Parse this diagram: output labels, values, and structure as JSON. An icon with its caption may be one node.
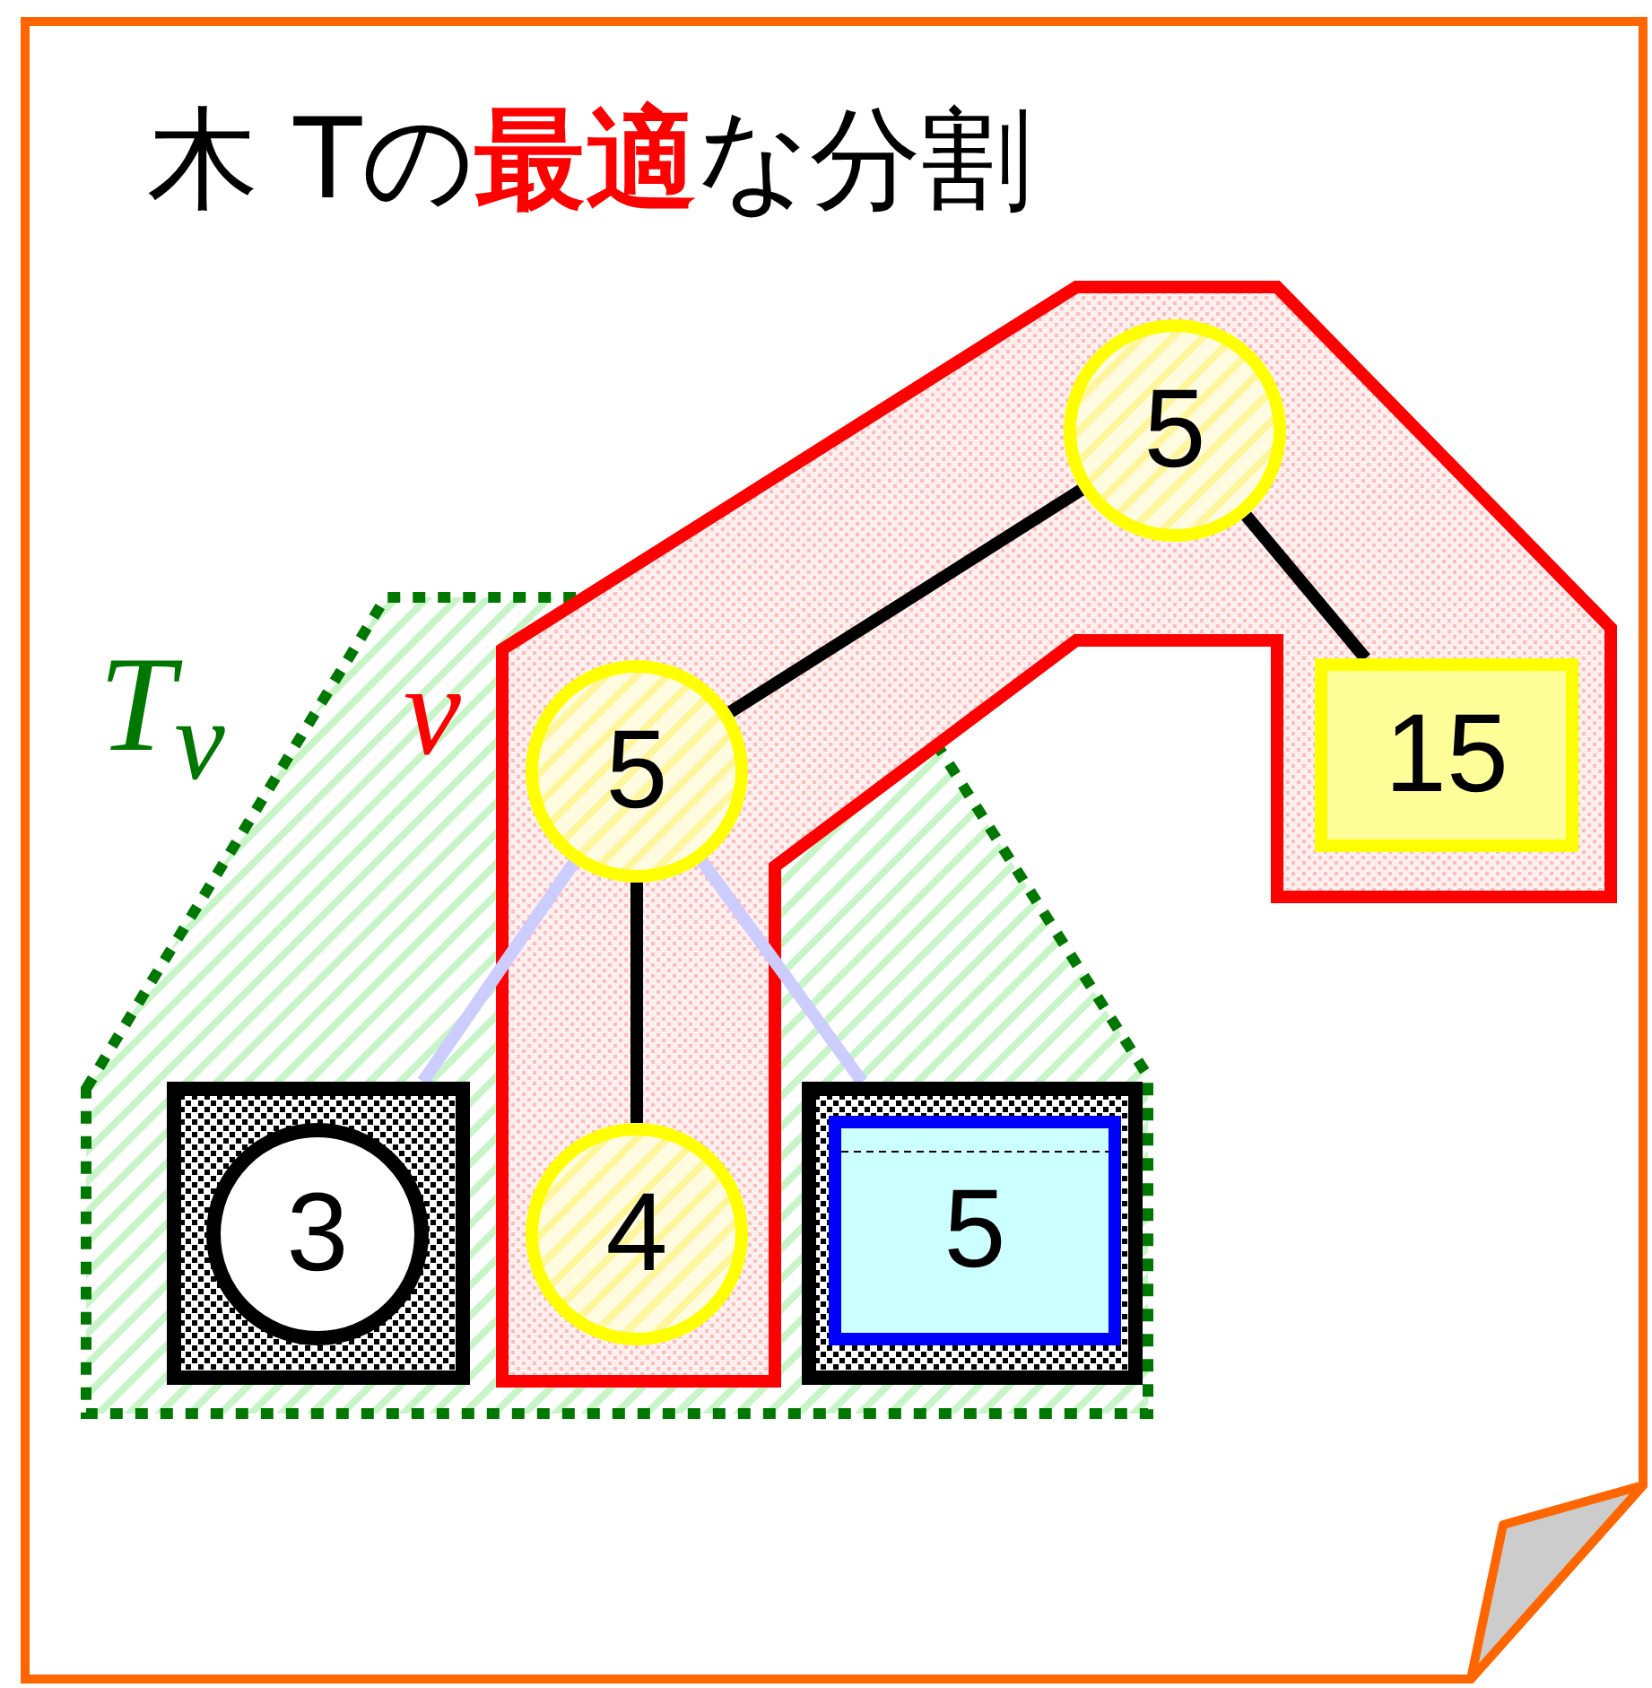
{
  "diagram": {
    "title": "木 Tの**最適**な分割",
    "nodes": [
      {
        "text": [
          "T$_{v}$"
        ]
      },
      {
        "text": [],
        "shape": "box"
      },
      {
        "text": [
          "5"
        ],
        "in": 1
      },
      {
        "text": [
          "5"
        ],
        "beside": [
          "v"
        ]
      },
      {
        "text": [],
        "shape": "box",
        "in": 0
      },
      {
        "text": [
          "3"
        ],
        "in": 4
      },
      {
        "text": [
          "4"
        ]
      },
      {
        "text": [],
        "shape": "box",
        "in": 0
      },
      {
        "text": [
          "5"
        ],
        "in": 7
      },
      {
        "text": [
          "15"
        ],
        "in": 1
      }
    ],
    "edges": [
      {
        "from": 2,
        "to": 3,
        "arrow": "none"
      },
      {
        "from": 2,
        "to": 9,
        "arrow": "none"
      },
      {
        "from": 3,
        "to": 6,
        "arrow": "none"
      },
      {
        "from": 3,
        "to": 4,
        "arrow": "none",
        "color": "#ccccff"
      },
      {
        "from": 3,
        "to": 7,
        "arrow": "none",
        "color": "#ccccff"
      }
    ]
  }
}
